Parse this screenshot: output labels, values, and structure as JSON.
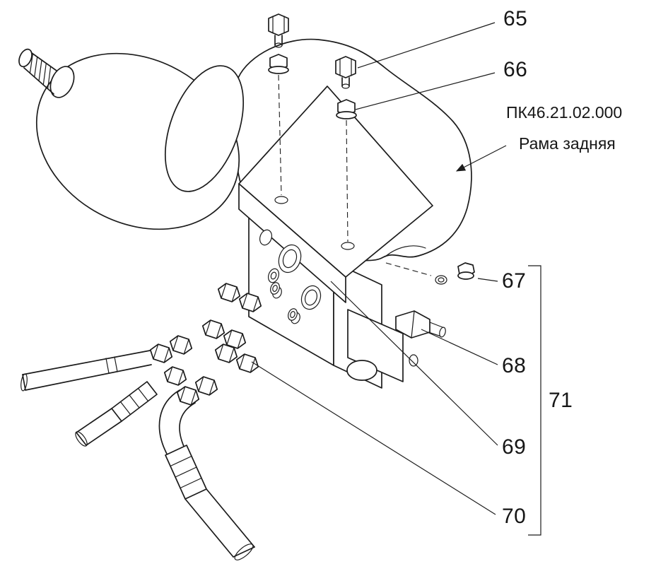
{
  "figure": {
    "background": "#ffffff",
    "ink": "#1c1c1c",
    "kind": "exploded-parts-diagram"
  },
  "labels": {
    "frame_code": "ПК46.21.02.000",
    "frame_name": "Рама задняя"
  },
  "callouts": [
    {
      "number": "65"
    },
    {
      "number": "66"
    },
    {
      "number": "67"
    },
    {
      "number": "68"
    },
    {
      "number": "69"
    },
    {
      "number": "70"
    },
    {
      "number": "71"
    }
  ]
}
